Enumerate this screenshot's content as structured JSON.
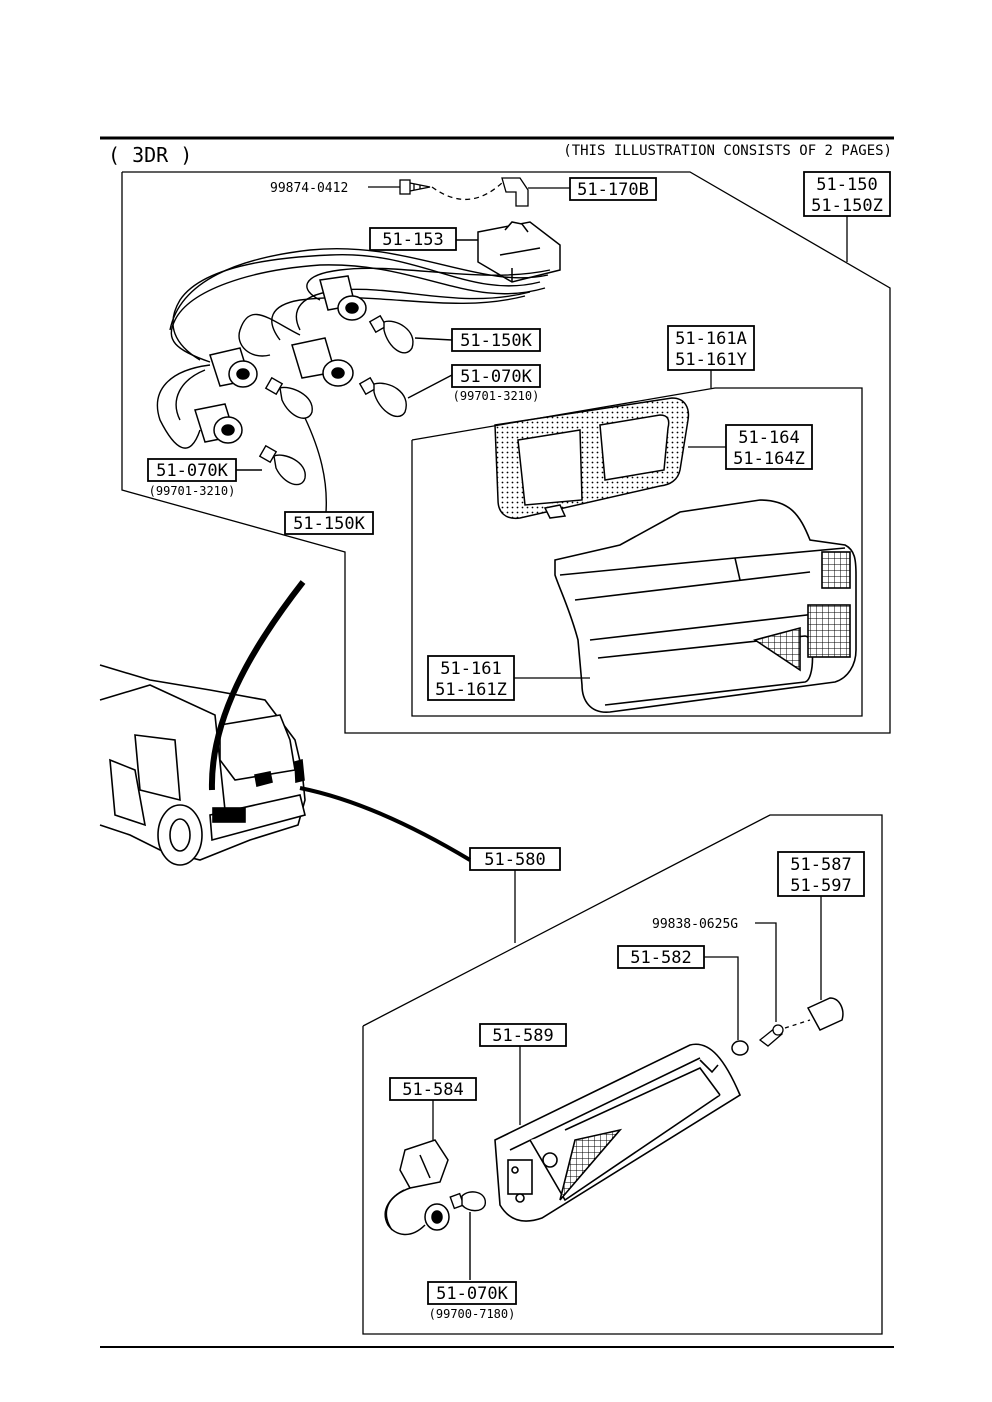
{
  "header": {
    "variant": "( 3DR )",
    "note": "(THIS ILLUSTRATION CONSISTS OF  2 PAGES)"
  },
  "upper_group": {
    "screw_part": "99874-0412",
    "clip_part": "51-170B",
    "connector_part": "51-153",
    "assembly_parts": [
      "51-150",
      "51-150Z"
    ],
    "bulb_right_upper": "51-150K",
    "bulb_right_lower": "51-070K",
    "bulb_right_lower_sub": "(99701-3210)",
    "bulb_left": "51-070K",
    "bulb_left_sub": "(99701-3210)",
    "bulb_bottom": "51-150K",
    "lens_unit_parts": [
      "51-161A",
      "51-161Y"
    ],
    "gasket_parts": [
      "51-164",
      "51-164Z"
    ],
    "housing_parts": [
      "51-161",
      "51-161Z"
    ]
  },
  "lower_group": {
    "high_mount_assembly": "51-580",
    "cover_parts": [
      "51-587",
      "51-597"
    ],
    "screw_part": "99838-0625G",
    "washer_part": "51-582",
    "lens_part": "51-589",
    "socket_part": "51-584",
    "bulb_part": "51-070K",
    "bulb_sub": "(99700-7180)"
  }
}
